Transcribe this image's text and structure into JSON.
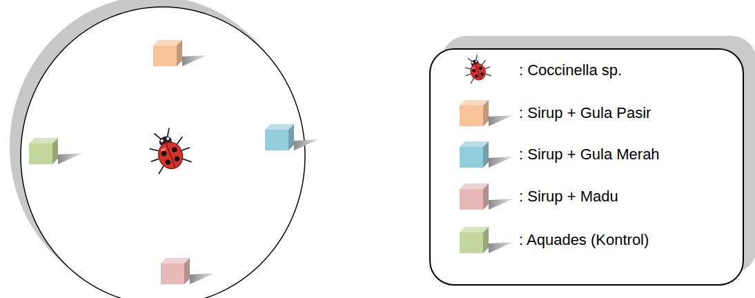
{
  "diagram": {
    "legend": [
      {
        "text": ": Coccinella sp."
      },
      {
        "text": ": Sirup + Gula Pasir",
        "color": "#f9c39a"
      },
      {
        "text": ": Sirup + Gula Merah",
        "color": "#92cddc"
      },
      {
        "text": ": Sirup + Madu",
        "color": "#e6b8b7"
      },
      {
        "text": ": Aquades (Kontrol)",
        "color": "#c3d69b"
      }
    ]
  }
}
